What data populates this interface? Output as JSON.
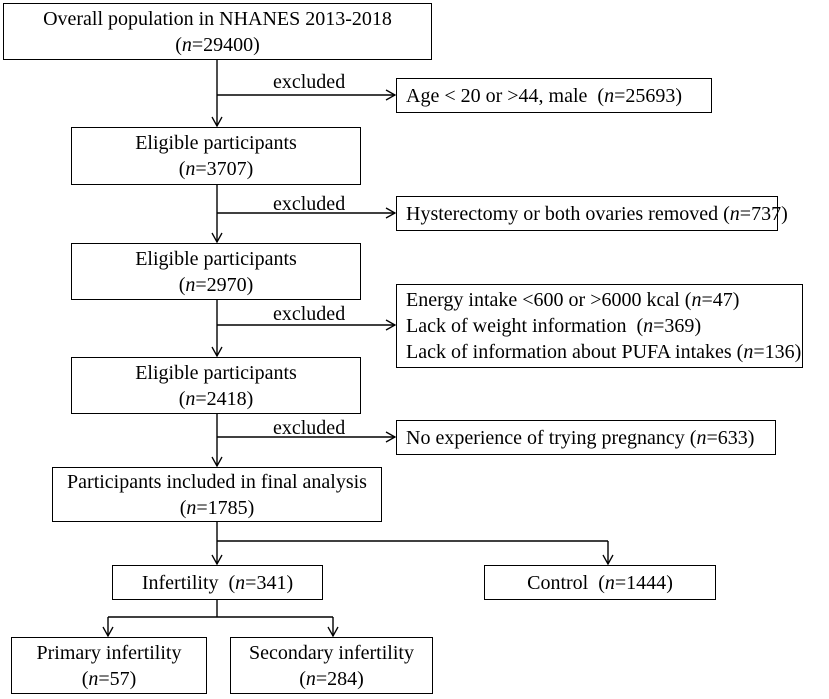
{
  "n_symbol": "n",
  "boxes": {
    "overall": {
      "line1": "Overall population in NHANES 2013-2018",
      "count": "(n=29400)",
      "paren_open": "(",
      "count_eq": "=29400",
      "paren_close": ")"
    },
    "elig1": {
      "line1": "Eligible participants",
      "paren_open": "(",
      "count_eq": "=3707",
      "paren_close": ")"
    },
    "elig2": {
      "line1": "Eligible participants",
      "paren_open": "(",
      "count_eq": "=2970",
      "paren_close": ")"
    },
    "elig3": {
      "line1": "Eligible participants",
      "paren_open": "(",
      "count_eq": "=2418",
      "paren_close": ")"
    },
    "final": {
      "line1": "Participants included in final analysis",
      "paren_open": "(",
      "count_eq": "=1785",
      "paren_close": ")"
    },
    "infertility": {
      "text": "Infertility  (",
      "count_eq": "=341",
      "paren_close": ")"
    },
    "control": {
      "text": "Control  (",
      "count_eq": "=1444",
      "paren_close": ")"
    },
    "primary": {
      "line1": "Primary infertility",
      "paren_open": "(",
      "count_eq": "=57",
      "paren_close": ")"
    },
    "secondary": {
      "line1": "Secondary infertility",
      "paren_open": "(",
      "count_eq": "=284",
      "paren_close": ")"
    }
  },
  "exclusions": [
    {
      "label": "excluded",
      "lines": [
        {
          "text": "Age < 20 or >44, male  (",
          "count_eq": "=25693",
          "close": ")"
        }
      ]
    },
    {
      "label": "excluded",
      "lines": [
        {
          "text": "Hysterectomy or both ovaries removed (",
          "count_eq": "=737",
          "close": ")"
        }
      ]
    },
    {
      "label": "excluded",
      "lines": [
        {
          "text": "Energy intake <600 or >6000 kcal (",
          "count_eq": "=47",
          "close": ")"
        },
        {
          "text": "Lack of weight information  (",
          "count_eq": "=369",
          "close": ")"
        },
        {
          "text": "Lack of information about PUFA intakes (",
          "count_eq": "=136",
          "close": ")"
        }
      ]
    },
    {
      "label": "excluded",
      "lines": [
        {
          "text": "No experience of trying pregnancy (",
          "count_eq": "=633",
          "close": ")"
        }
      ]
    }
  ]
}
